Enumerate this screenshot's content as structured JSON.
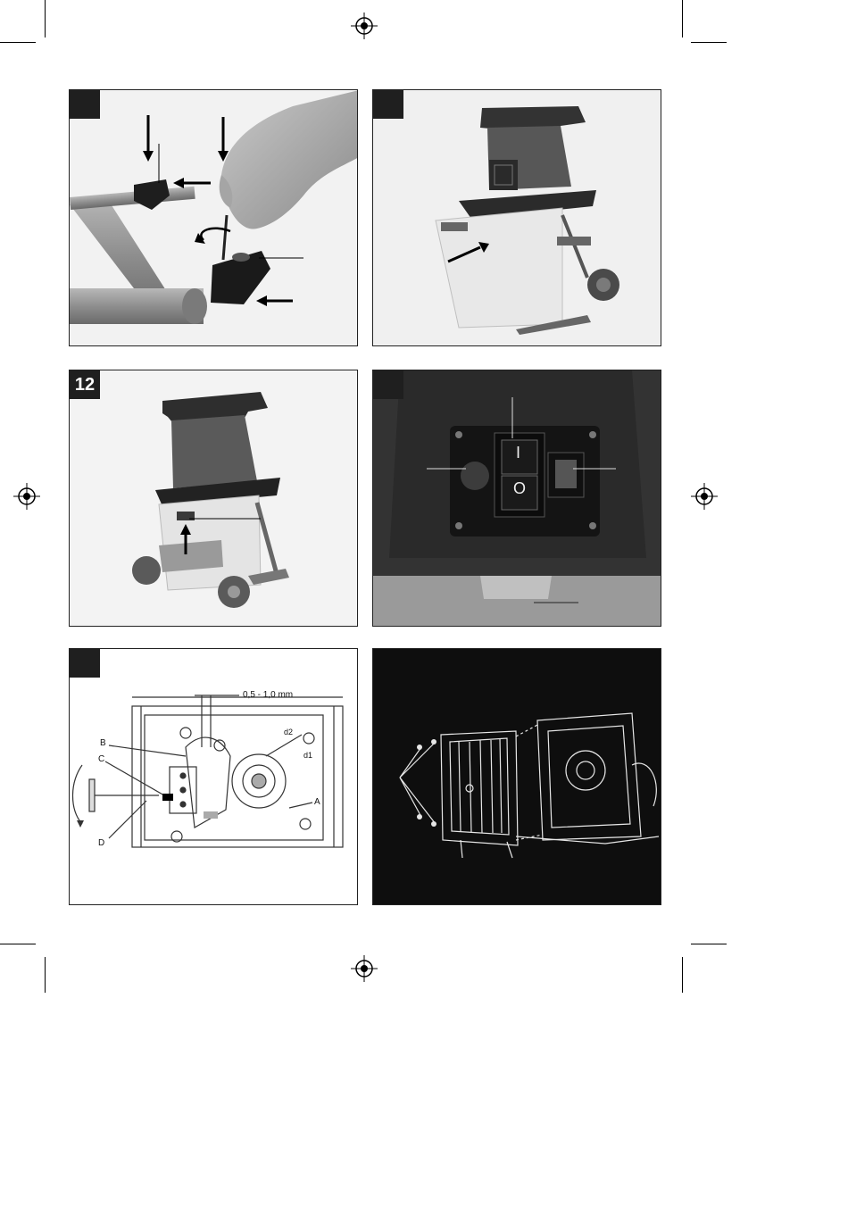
{
  "figures": {
    "fig12": {
      "number": "12"
    },
    "fig15": {
      "gap_label": "0,5 - 1,0 mm",
      "label_b": "B",
      "label_c": "C",
      "label_d": "D",
      "label_a": "A",
      "label_d1": "d1",
      "label_d2": "d2"
    },
    "fig13": {
      "switch_on": "I",
      "switch_off": "O"
    }
  }
}
